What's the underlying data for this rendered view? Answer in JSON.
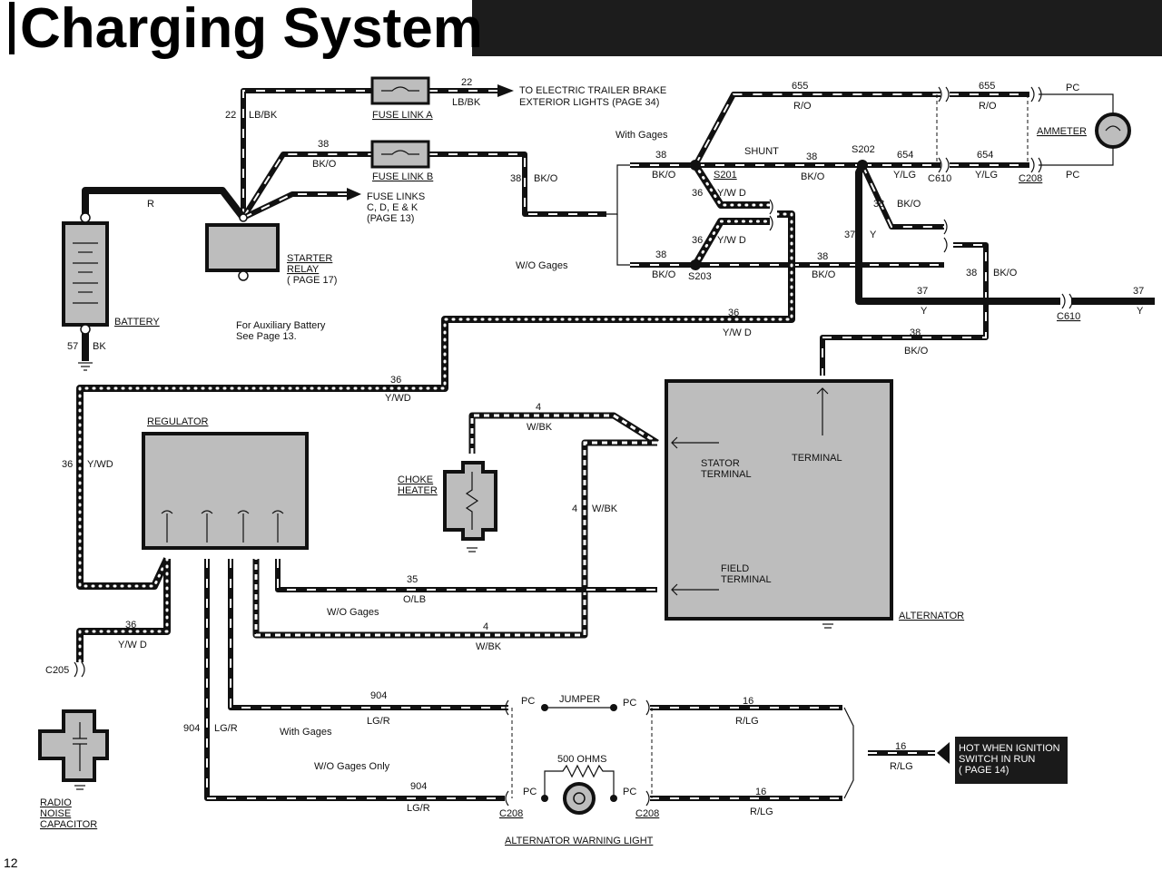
{
  "header": {
    "title": "Charging System",
    "page_number": "12"
  },
  "components": {
    "battery": "BATTERY",
    "starter_relay": [
      "STARTER",
      "RELAY",
      "( PAGE 17)"
    ],
    "fuse_link_a": "FUSE LINK A",
    "fuse_link_b": "FUSE LINK B",
    "fuse_links_other": [
      "FUSE LINKS",
      "C, D, E & K",
      "(PAGE 13)"
    ],
    "trailer": [
      "TO ELECTRIC TRAILER BRAKE",
      "EXTERIOR LIGHTS (PAGE 34)"
    ],
    "ammeter": "AMMETER",
    "regulator": "REGULATOR",
    "choke_heater": [
      "CHOKE",
      "HEATER"
    ],
    "alternator": "ALTERNATOR",
    "stator_terminal": [
      "STATOR",
      "TERMINAL"
    ],
    "terminal": "TERMINAL",
    "field_terminal": [
      "FIELD",
      "TERMINAL"
    ],
    "radio_noise_capacitor": [
      "RADIO",
      "NOISE",
      "CAPACITOR"
    ],
    "alternator_warning_light": "ALTERNATOR WARNING LIGHT",
    "resistor": "500 OHMS",
    "jumper": "JUMPER",
    "hot_when": [
      "HOT WHEN IGNITION",
      "SWITCH IN RUN",
      "( PAGE 14)"
    ],
    "aux_note": [
      "For Auxiliary Battery",
      "See Page 13."
    ]
  },
  "notes": {
    "with_gages": "With Gages",
    "wo_gages": "W/O Gages",
    "wo_gages_only": "W/O Gages Only",
    "shunt": "SHUNT"
  },
  "wires": {
    "w22": "22",
    "lbbk": "LB/BK",
    "lb_bk": "LB/BK",
    "w38": "38",
    "bko": "BK/O",
    "r": "R",
    "w57": "57",
    "bk": "BK",
    "w655": "655",
    "ro": "R/O",
    "w654": "654",
    "ylg": "Y/LG",
    "w37": "37",
    "y": "Y",
    "w36": "36",
    "ywd": "Y/W D",
    "ywd2": "Y/WD",
    "w4": "4",
    "wbk": "W/BK",
    "w35": "35",
    "olb": "O/LB",
    "w904": "904",
    "lgr": "LG/R",
    "w16": "16",
    "rlg": "R/LG",
    "pc": "PC"
  },
  "connectors": {
    "s201": "S201",
    "s202": "S202",
    "s203": "S203",
    "c610": "C610",
    "c208": "C208",
    "c205": "C205"
  },
  "colors": {
    "wire": "#111111",
    "component_fill": "#bdbdbd",
    "hot_box": "#1a1a1a"
  }
}
